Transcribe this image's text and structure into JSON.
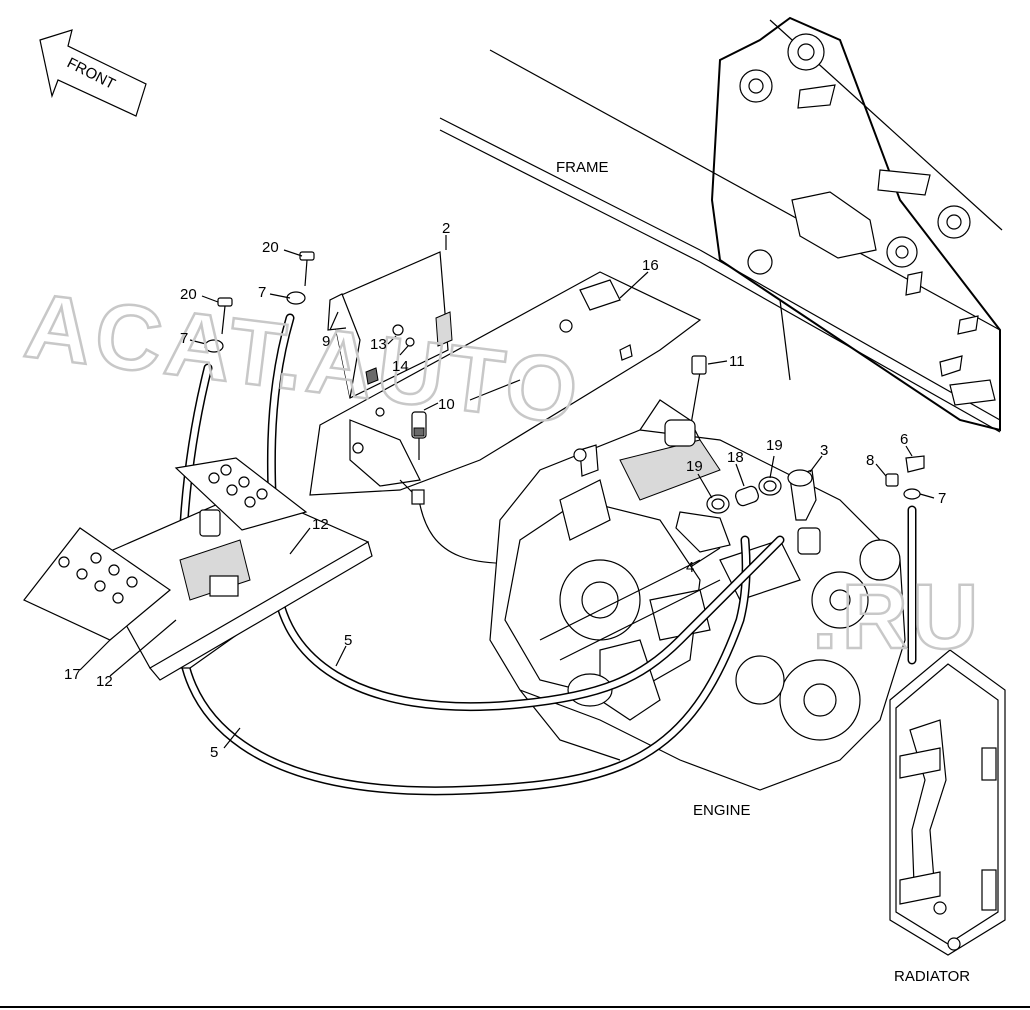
{
  "direction_arrow": {
    "text": "FRONT"
  },
  "area_labels": {
    "frame": "FRAME",
    "engine": "ENGINE",
    "radiator": "RADIATOR"
  },
  "watermark": {
    "left": "ACAT.AUTO",
    "right": ".RU"
  },
  "callouts": [
    {
      "id": "c2",
      "text": "2"
    },
    {
      "id": "c16",
      "text": "16"
    },
    {
      "id": "c20a",
      "text": "20"
    },
    {
      "id": "c20b",
      "text": "20"
    },
    {
      "id": "c7a",
      "text": "7"
    },
    {
      "id": "c7b",
      "text": "7"
    },
    {
      "id": "c7c",
      "text": "7"
    },
    {
      "id": "c9",
      "text": "9"
    },
    {
      "id": "c13",
      "text": "13"
    },
    {
      "id": "c14",
      "text": "14"
    },
    {
      "id": "c10",
      "text": "10"
    },
    {
      "id": "c11",
      "text": "11"
    },
    {
      "id": "c19a",
      "text": "19"
    },
    {
      "id": "c19b",
      "text": "19"
    },
    {
      "id": "c18",
      "text": "18"
    },
    {
      "id": "c3",
      "text": "3"
    },
    {
      "id": "c8",
      "text": "8"
    },
    {
      "id": "c6",
      "text": "6"
    },
    {
      "id": "c4",
      "text": "4"
    },
    {
      "id": "c12a",
      "text": "12"
    },
    {
      "id": "c12b",
      "text": "12"
    },
    {
      "id": "c17",
      "text": "17"
    },
    {
      "id": "c5a",
      "text": "5"
    },
    {
      "id": "c5b",
      "text": "5"
    }
  ]
}
